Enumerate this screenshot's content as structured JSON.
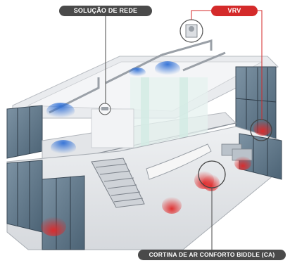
{
  "labels": {
    "network": "SOLUÇÃO DE REDE",
    "vrv": "VRV",
    "curtain": "CORTINA DE AR CONFORTO BIDDLE (CA)"
  },
  "colors": {
    "label_dark": "#4a4a4a",
    "label_red": "#d42a2a",
    "airflow_blue": "#3f7fd9",
    "airflow_red": "#e23a3a",
    "building_wall": "#dcdfe3",
    "glass": "#5e7688"
  },
  "icons": [
    "network-unit-icon",
    "vrv-outdoor-unit-icon",
    "air-curtain-icon"
  ]
}
